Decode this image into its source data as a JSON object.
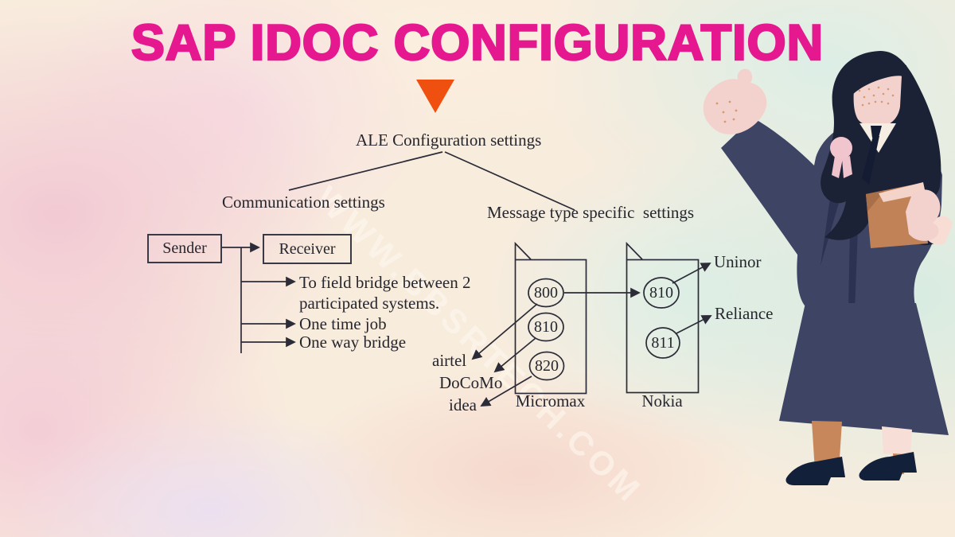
{
  "title": "SAP IDOC CONFIGURATION",
  "icons": {
    "pointer": "triangle-down"
  },
  "watermark": "WWW.BBSRTECH.COM",
  "colors": {
    "title": "#e5188f",
    "pointer": "#f0500f",
    "ink": "#26262e",
    "robe": "#3e4463",
    "background_pink": "#f2c9d4",
    "background_mint": "#d7ece2",
    "background_cream": "#f8ecdd"
  },
  "tree": {
    "root_label": "ALE Configuration settings",
    "left": {
      "label": "Communication settings",
      "sender_label": "Sender",
      "receiver_label": "Receiver",
      "notes": [
        "To field bridge between 2",
        "participated systems.",
        "One time job",
        "One way bridge"
      ]
    },
    "right": {
      "label": "Message type specific  settings",
      "systems": [
        {
          "name": "Micromax",
          "codes": [
            "800",
            "810",
            "820"
          ]
        },
        {
          "name": "Nokia",
          "codes": [
            "810",
            "811"
          ]
        }
      ],
      "left_partners": [
        "airtel",
        "DoCoMo",
        "idea"
      ],
      "right_partners": [
        "Uninor",
        "Reliance"
      ]
    }
  }
}
